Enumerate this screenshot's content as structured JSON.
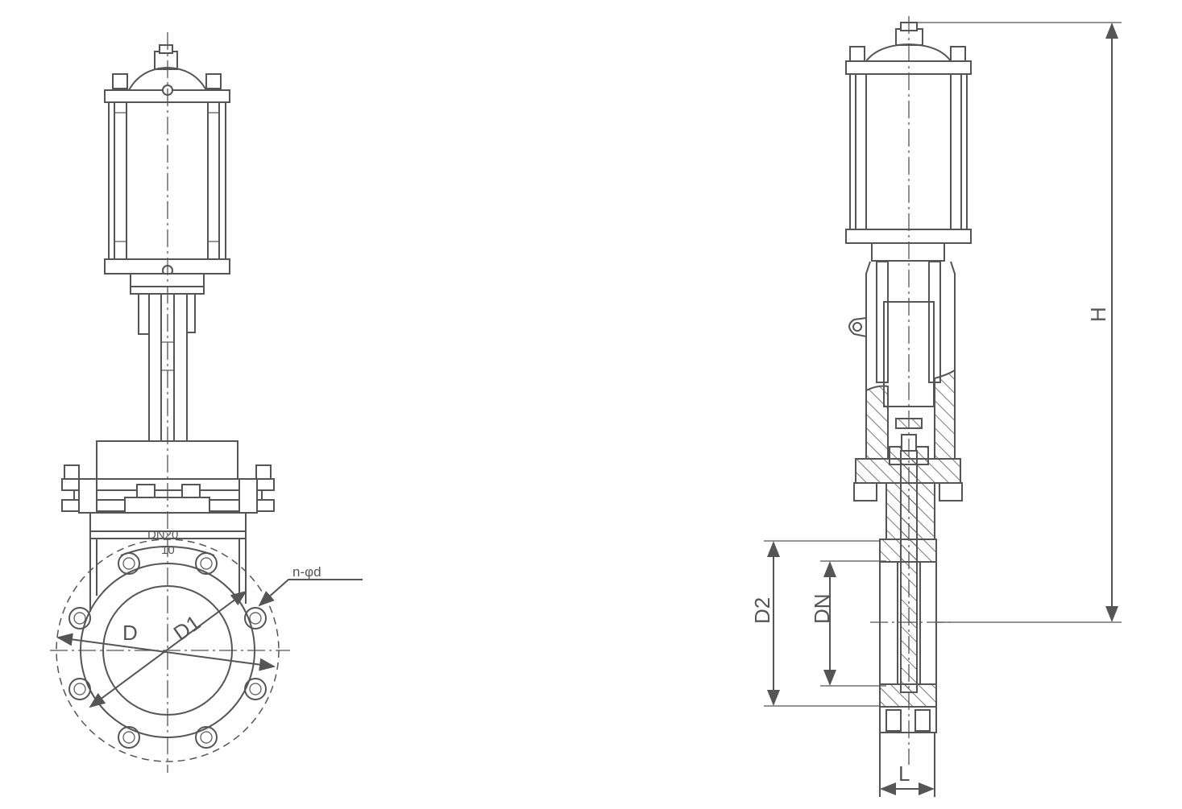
{
  "drawing": {
    "front_view": {
      "size_label": "DN20",
      "size_sub_label": "10",
      "bolt_label": "n-φd",
      "outer_diameter_label": "D",
      "bolt_circle_label": "D1"
    },
    "side_view": {
      "height_label": "H",
      "flange_diameter_label": "D2",
      "nominal_diameter_label": "DN",
      "length_label": "L"
    },
    "colors": {
      "line": "#555555",
      "background": "#ffffff"
    }
  }
}
